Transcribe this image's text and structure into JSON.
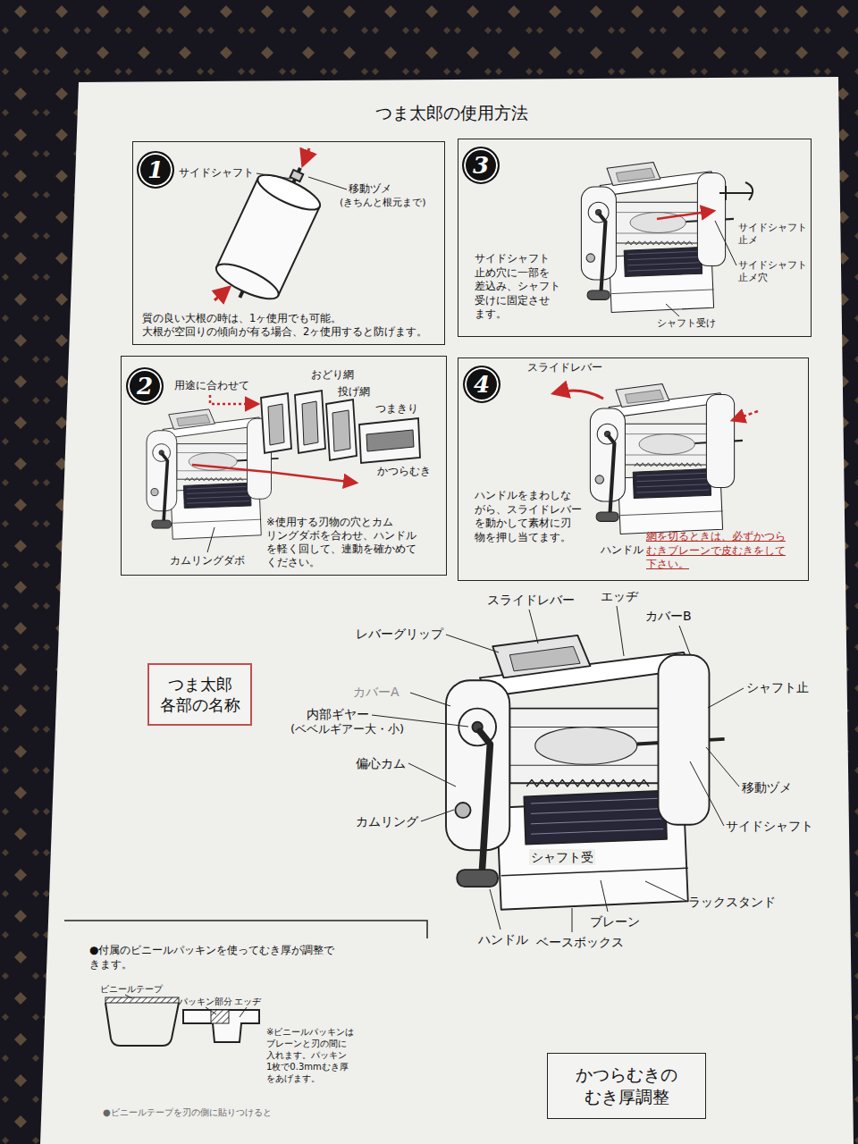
{
  "diagram": {
    "title": "つま太郎の使用方法",
    "nodes": [
      {
        "text": [
          "質の良い大根の時は、1ヶ使用でも可能。 大根が空回りの傾向が有る場合、2ヶ使用すると防げます。"
        ]
      },
      {
        "text": [
          "1"
        ],
        "in": 0
      },
      {
        "text": [
          "サイドシャフト 止め穴に一部を 差込み、シャフト 受けに固定させ ます。"
        ]
      },
      {
        "text": [
          "3"
        ],
        "in": 2
      },
      {
        "text": [
          "※使用する刃物の穴とカム リングダボを合わせ、ハンドル を軽く回して、連動を確かめて ください。"
        ]
      },
      {
        "text": [
          "2"
        ],
        "in": 4
      },
      {
        "text": [
          "ハンドルをまわしな がら、スライドレバー を動かして素材に刃 物を押し当てます。",
          "網を切るときは、必ずかつら むきブレーンで皮むきをして 下さい。"
        ]
      },
      {
        "text": [
          "4"
        ],
        "in": 6
      },
      {
        "text": [
          "つま太郎 各部の名称"
        ]
      },
      {
        "text": [
          "かつらむきの むき厚調整"
        ]
      }
    ],
    "labels": [
      "サイドシャフト",
      "移動ヅメ",
      "(きちんと根元まで)",
      "サイドシャフト 止メ",
      "サイドシャフト 止メ穴",
      "シャフト受け",
      "用途に合わせて",
      "おどり網",
      "投げ網",
      "つまきり",
      "かつらむき",
      "カムリングダボ",
      "スライドレバー",
      "ハンドル",
      "スライドレバー",
      "エッヂ",
      "カバーB",
      "レバーグリップ",
      "シャフト止",
      "カバーA",
      "内部ギヤー",
      "(ベベルギアー大・小)",
      "偏心カム",
      "移動ヅメ",
      "カムリング",
      "サイドシャフト",
      "シャフト受",
      "ラックスタンド",
      "ブレーン",
      "ハンドル",
      "ベースボックス",
      "●付属のビニールパッキンを使ってむき厚が調整で きます。",
      "ビニールテープ",
      "パッキン部分",
      "エッヂ",
      "※ビニールパッキンは ブレーンと刃の間に 入れます。パッキン 1枚で0.3mmむき厚 をあげます。",
      "●ビニールテープを刃の側に貼りつけると"
    ]
  }
}
